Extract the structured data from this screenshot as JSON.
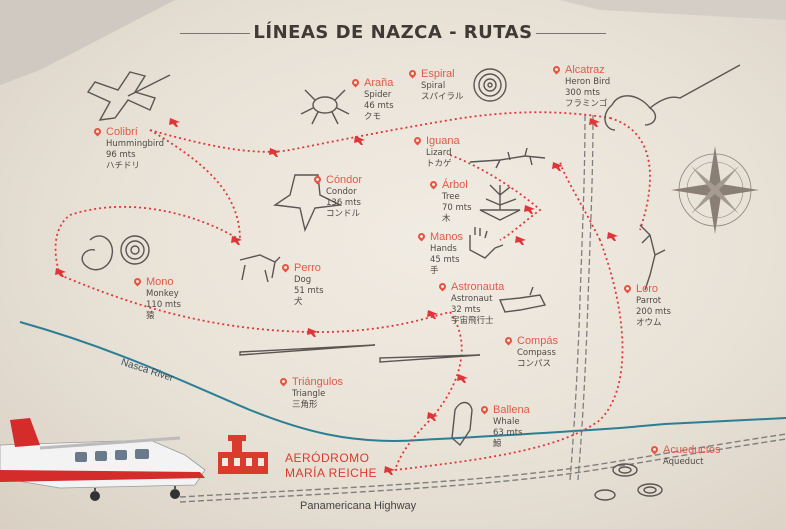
{
  "title": "LÍNEAS DE NAZCA - RUTAS",
  "colors": {
    "route": "#e0363a",
    "river": "#2b7f95",
    "road": "#7f7f7f",
    "accent": "#e8523f",
    "drawing": "#5a5552"
  },
  "sites": [
    {
      "id": "colibri",
      "name": "Colibrí",
      "english": "Hummingbird",
      "distance": "96 mts",
      "japanese": "ハチドリ"
    },
    {
      "id": "arana",
      "name": "Araña",
      "english": "Spider",
      "distance": "46 mts",
      "japanese": "クモ"
    },
    {
      "id": "espiral",
      "name": "Espiral",
      "english": "Spiral",
      "distance": "",
      "japanese": "スパイラル"
    },
    {
      "id": "alcatraz",
      "name": "Alcatraz",
      "english": "Heron Bird",
      "distance": "300 mts",
      "japanese": "フラミンゴ"
    },
    {
      "id": "iguana",
      "name": "Iguana",
      "english": "Lizard",
      "distance": "",
      "japanese": "トカゲ"
    },
    {
      "id": "condor",
      "name": "Cóndor",
      "english": "Condor",
      "distance": "136 mts",
      "japanese": "コンドル"
    },
    {
      "id": "arbol",
      "name": "Árbol",
      "english": "Tree",
      "distance": "70 mts",
      "japanese": "木"
    },
    {
      "id": "manos",
      "name": "Manos",
      "english": "Hands",
      "distance": "45 mts",
      "japanese": "手"
    },
    {
      "id": "mono",
      "name": "Mono",
      "english": "Monkey",
      "distance": "110 mts",
      "japanese": "猿"
    },
    {
      "id": "perro",
      "name": "Perro",
      "english": "Dog",
      "distance": "51 mts",
      "japanese": "犬"
    },
    {
      "id": "astronauta",
      "name": "Astronauta",
      "english": "Astronaut",
      "distance": "32 mts",
      "japanese": "宇宙飛行士"
    },
    {
      "id": "loro",
      "name": "Loro",
      "english": "Parrot",
      "distance": "200 mts",
      "japanese": "オウム"
    },
    {
      "id": "compas",
      "name": "Compás",
      "english": "Compass",
      "distance": "",
      "japanese": "コンパス"
    },
    {
      "id": "triangulos",
      "name": "Triángulos",
      "english": "Triangle",
      "distance": "",
      "japanese": "三角形"
    },
    {
      "id": "ballena",
      "name": "Ballena",
      "english": "Whale",
      "distance": "63 mts",
      "japanese": "鯨"
    },
    {
      "id": "acueductos",
      "name": "Acueductos",
      "english": "Aqueduct",
      "distance": "",
      "japanese": ""
    }
  ],
  "river_label": "Nasca River",
  "highway_label": "Panamericana Highway",
  "airport": {
    "line1": "AERÓDROMO",
    "line2": "MARÍA REICHE"
  },
  "icons": {
    "pin": "location-pin-icon",
    "plane": "airplane-icon",
    "compass": "compass-rose-icon",
    "aircraft": "cessna-aircraft"
  }
}
